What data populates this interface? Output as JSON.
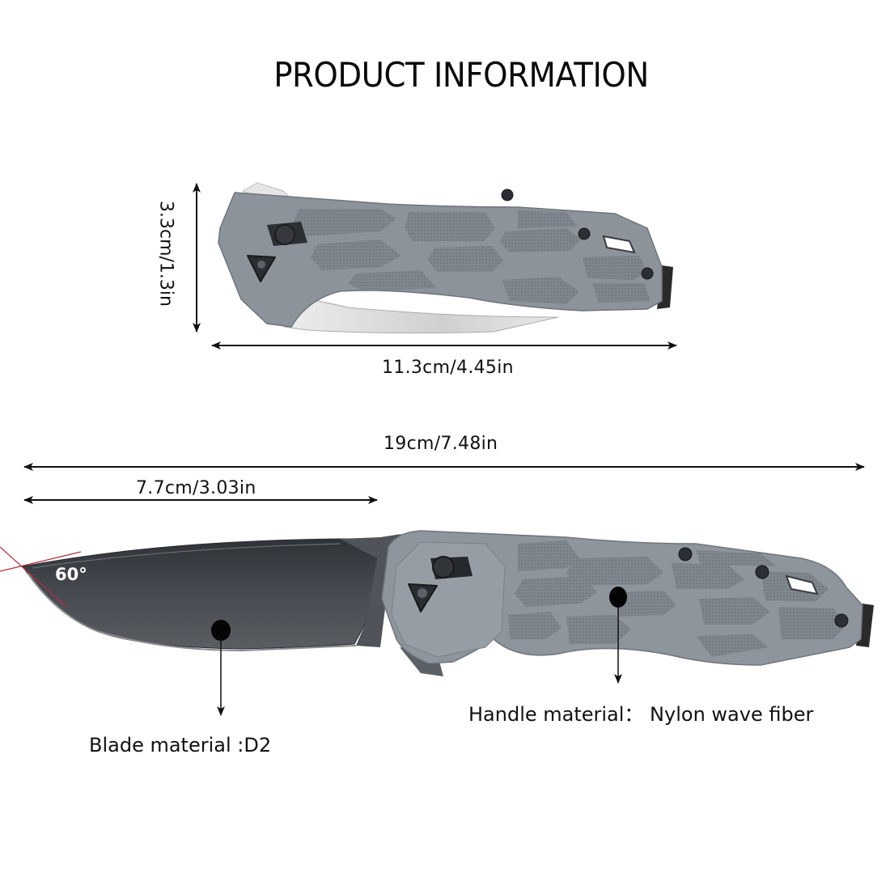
{
  "title": "PRODUCT INFORMATION",
  "closed_view": {
    "height_label": "3.3cm/1.3in",
    "length_label": "11.3cm/4.45in"
  },
  "open_view": {
    "overall_length_label": "19cm/7.48in",
    "blade_length_label": "7.7cm/3.03in",
    "edge_angle_label": "60°",
    "blade_material_label": "Blade material :D2",
    "handle_material_label": "Handle material：  Nylon wave fiber"
  },
  "colors": {
    "handle_grey": "#8e949b",
    "handle_texture": "#7d838a",
    "blade_dark": "#3f4349",
    "blade_satin": "#d9dadb",
    "angle_line_red": "#b0303a",
    "arrow_black": "#111111"
  }
}
